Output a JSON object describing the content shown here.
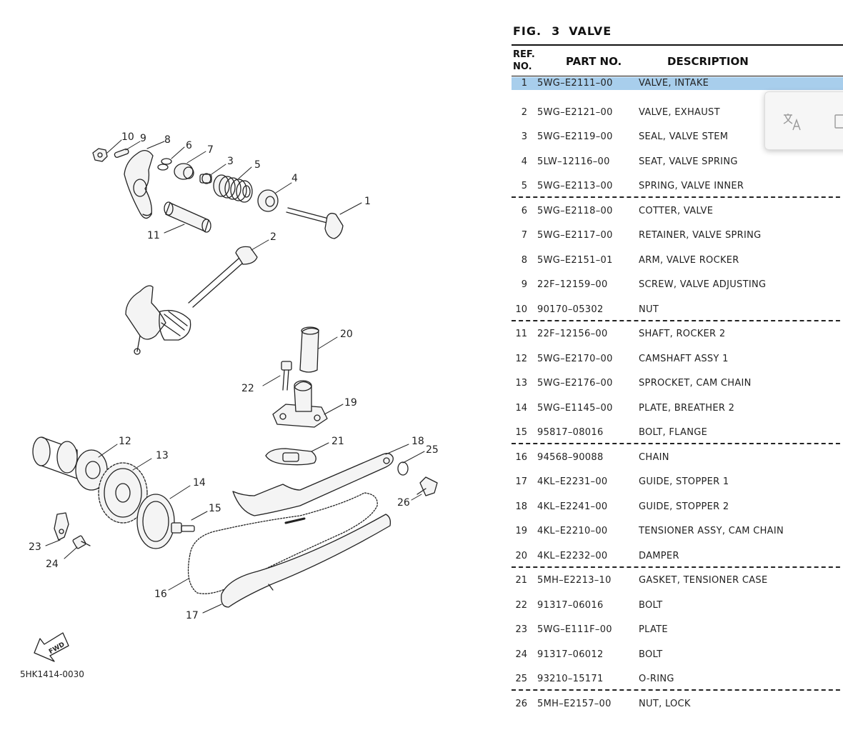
{
  "figure": {
    "fig_label": "FIG.",
    "number": "3",
    "name": "VALVE",
    "drawing_code": "5HK1414-0030",
    "fwd_label": "FWD"
  },
  "table": {
    "headers": {
      "ref_line1": "REF.",
      "ref_line2": "NO.",
      "part_no": "PART NO.",
      "description": "DESCRIPTION"
    },
    "rows": [
      {
        "ref": "1",
        "part": "5WG–E2111–00",
        "desc": "VALVE, INTAKE"
      },
      {
        "ref": "2",
        "part": "5WG–E2121–00",
        "desc": "VALVE, EXHAUST"
      },
      {
        "ref": "3",
        "part": "5WG–E2119–00",
        "desc": "SEAL, VALVE STEM"
      },
      {
        "ref": "4",
        "part": "5LW–12116–00",
        "desc": "SEAT, VALVE SPRING"
      },
      {
        "ref": "5",
        "part": "5WG–E2113–00",
        "desc": "SPRING, VALVE INNER"
      },
      {
        "ref": "6",
        "part": "5WG–E2118–00",
        "desc": "COTTER, VALVE"
      },
      {
        "ref": "7",
        "part": "5WG–E2117–00",
        "desc": "RETAINER, VALVE SPRING"
      },
      {
        "ref": "8",
        "part": "5WG–E2151–01",
        "desc": "ARM, VALVE ROCKER"
      },
      {
        "ref": "9",
        "part": "22F–12159–00",
        "desc": "SCREW, VALVE ADJUSTING"
      },
      {
        "ref": "10",
        "part": "90170–05302",
        "desc": "NUT"
      },
      {
        "ref": "11",
        "part": "22F–12156–00",
        "desc": "SHAFT, ROCKER 2"
      },
      {
        "ref": "12",
        "part": "5WG–E2170–00",
        "desc": "CAMSHAFT ASSY 1"
      },
      {
        "ref": "13",
        "part": "5WG–E2176–00",
        "desc": "SPROCKET, CAM CHAIN"
      },
      {
        "ref": "14",
        "part": "5WG–E1145–00",
        "desc": "PLATE, BREATHER 2"
      },
      {
        "ref": "15",
        "part": "95817–08016",
        "desc": "BOLT, FLANGE"
      },
      {
        "ref": "16",
        "part": "94568–90088",
        "desc": "CHAIN"
      },
      {
        "ref": "17",
        "part": "4KL–E2231–00",
        "desc": "GUIDE, STOPPER 1"
      },
      {
        "ref": "18",
        "part": "4KL–E2241–00",
        "desc": "GUIDE, STOPPER 2"
      },
      {
        "ref": "19",
        "part": "4KL–E2210–00",
        "desc": "TENSIONER ASSY, CAM CHAIN"
      },
      {
        "ref": "20",
        "part": "4KL–E2232–00",
        "desc": "DAMPER"
      },
      {
        "ref": "21",
        "part": "5MH–E2213–10",
        "desc": "GASKET, TENSIONER CASE"
      },
      {
        "ref": "22",
        "part": "91317–06016",
        "desc": "BOLT"
      },
      {
        "ref": "23",
        "part": "5WG–E111F–00",
        "desc": "PLATE"
      },
      {
        "ref": "24",
        "part": "91317–06012",
        "desc": "BOLT"
      },
      {
        "ref": "25",
        "part": "93210–15171",
        "desc": "O-RING"
      },
      {
        "ref": "26",
        "part": "5MH–E2157–00",
        "desc": "NUT, LOCK"
      }
    ],
    "selected_ref": "1",
    "dividers_after_refs": [
      "5",
      "10",
      "15",
      "20",
      "25"
    ]
  },
  "callouts": [
    "1",
    "2",
    "3",
    "4",
    "5",
    "6",
    "7",
    "8",
    "9",
    "10",
    "11",
    "12",
    "13",
    "14",
    "15",
    "16",
    "17",
    "18",
    "19",
    "20",
    "21",
    "22",
    "23",
    "24",
    "25",
    "26"
  ],
  "popup": {
    "translate_icon": "translate-icon",
    "copy_icon": "copy-icon",
    "border_color": "#dddddd"
  },
  "colors": {
    "selection": "#a8ceec",
    "ink": "#222222"
  }
}
